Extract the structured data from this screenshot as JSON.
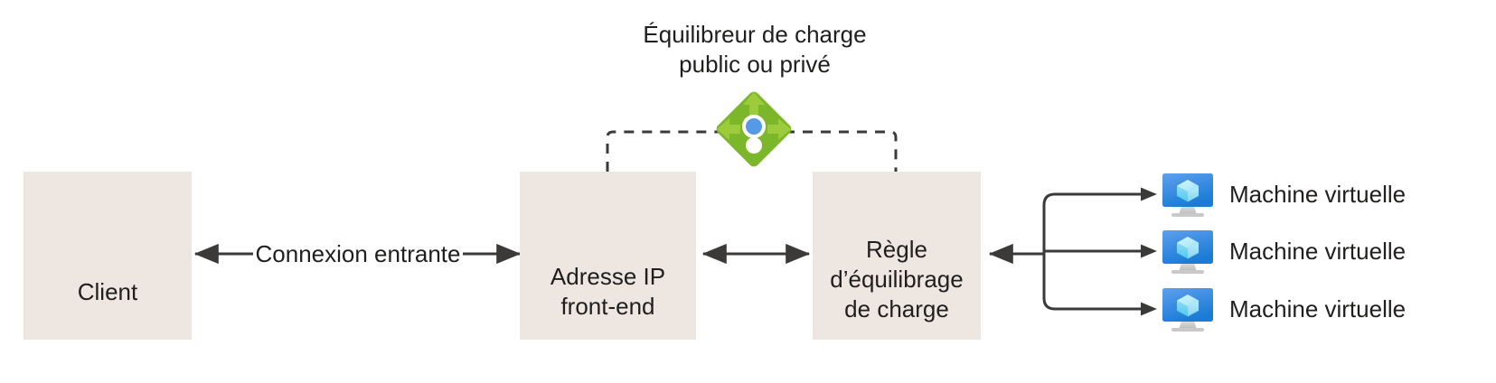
{
  "diagram": {
    "title": "Équilibreur de charge\npublic ou privé",
    "background_color": "#ffffff",
    "box_fill_color": "#EDE6E1",
    "line_color": "#3B3A39",
    "accent_green": "#7FBA00",
    "accent_cyan": "#32D0EE",
    "accent_blue": "#2E8FE0"
  },
  "nodes": {
    "client": {
      "label": "Client",
      "icon": "client-workstation-icon"
    },
    "frontend_ip": {
      "label": "Adresse IP\nfront-end",
      "icon": "public-ip-address-icon"
    },
    "rule": {
      "label": "Règle\nd’équilibrage\nde charge",
      "icon": "load-balancing-rule-checklist-icon"
    },
    "load_balancer": {
      "icon": "azure-load-balancer-icon"
    }
  },
  "edges": {
    "inbound": {
      "label": "Connexion entrante"
    }
  },
  "backend_pool": {
    "items": [
      {
        "label": "Machine virtuelle",
        "icon": "virtual-machine-icon"
      },
      {
        "label": "Machine virtuelle",
        "icon": "virtual-machine-icon"
      },
      {
        "label": "Machine virtuelle",
        "icon": "virtual-machine-icon"
      }
    ]
  }
}
